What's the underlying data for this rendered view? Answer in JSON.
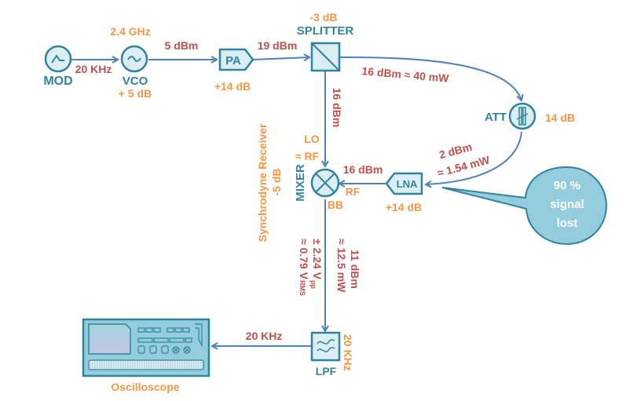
{
  "diagram": {
    "title": "Synchrodyne receiver RF signal chain",
    "colors": {
      "block_stroke": "#31849B",
      "block_fill": "#DAEEF3",
      "wire": "#4F81BD",
      "gain_label": "#F79646",
      "signal_label": "#C0504D",
      "callout_fill": "#93CDDD"
    },
    "blocks": {
      "mod": {
        "name": "MOD",
        "icon": "ramp-wave-icon"
      },
      "vco": {
        "name": "VCO",
        "freq": "2.4 GHz",
        "gain": "+ 5 dB",
        "icon": "sine-wave-icon"
      },
      "pa": {
        "name": "PA",
        "gain": "+14 dB"
      },
      "splitter": {
        "name": "SPLITTER",
        "gain": "-3 dB",
        "icon": "diagonal-split-icon"
      },
      "att": {
        "name": "ATT",
        "gain": "14 dB",
        "icon": "attenuator-icon"
      },
      "lna": {
        "name": "LNA",
        "gain": "+14 dB"
      },
      "mixer": {
        "name": "MIXER",
        "port_lo": "LO",
        "port_rf_top": "≈ RF",
        "port_rf": "RF",
        "port_bb": "BB",
        "icon": "cross-circle-icon"
      },
      "lpf": {
        "name": "LPF",
        "cutoff": "20 KHz",
        "icon": "lowpass-filter-icon"
      },
      "scope": {
        "name": "Oscilloscope"
      }
    },
    "links": {
      "mod_vco": "20 KHz",
      "vco_pa": "5 dBm",
      "pa_splitter": "19 dBm",
      "splitter_att": "16 dBm ≈ 40 mW",
      "splitter_mixer": "16 dBm",
      "att_lna_line1": "2 dBm",
      "att_lna_line2": "≈ 1.54 mW",
      "lna_mixer": "16 dBm",
      "mixer_lpf_line1": "11 dBm",
      "mixer_lpf_line2": "≈ 12.5 mW",
      "mixer_lpf_left1": "± 2.24 V",
      "mixer_lpf_left1_sub": "pp",
      "mixer_lpf_left2": "≈ 0.79 V",
      "mixer_lpf_left2_sub": "RMS",
      "lpf_scope": "20 KHz"
    },
    "receiver": {
      "name": "Synchrodyne Receiver",
      "gain": "-5 dB"
    },
    "callout": {
      "line1": "90 %",
      "line2": "signal",
      "line3": "lost"
    }
  }
}
